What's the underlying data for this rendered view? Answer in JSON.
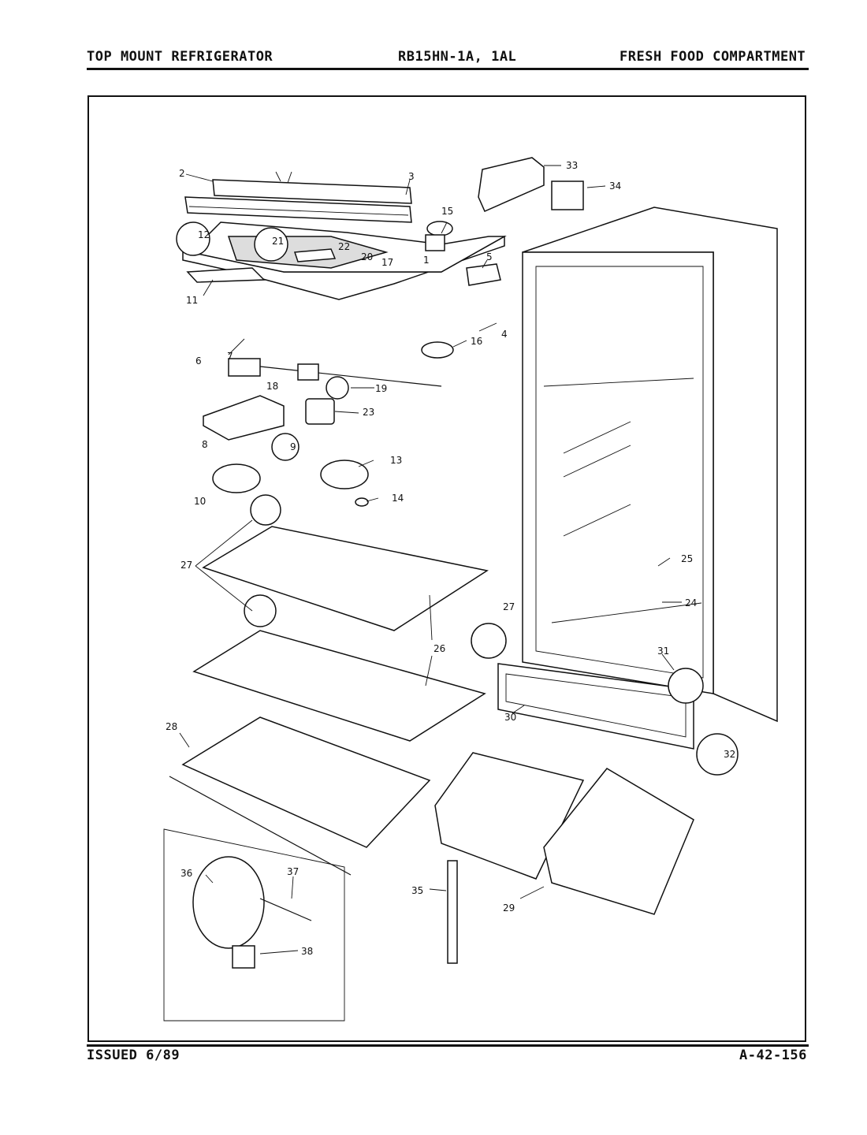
{
  "header": {
    "left": "TOP MOUNT REFRIGERATOR",
    "center": "RB15HN-1A, 1AL",
    "right": "FRESH FOOD COMPARTMENT"
  },
  "footer": {
    "issued": "ISSUED 6/89",
    "code": "A-42-156"
  },
  "callouts": [
    "1",
    "2",
    "3",
    "4",
    "5",
    "6",
    "7",
    "8",
    "9",
    "10",
    "11",
    "12",
    "13",
    "14",
    "15",
    "16",
    "17",
    "18",
    "19",
    "20",
    "21",
    "22",
    "23",
    "24",
    "25",
    "26",
    "27",
    "28",
    "29",
    "30",
    "31",
    "32",
    "33",
    "34",
    "35",
    "36",
    "37",
    "38"
  ]
}
